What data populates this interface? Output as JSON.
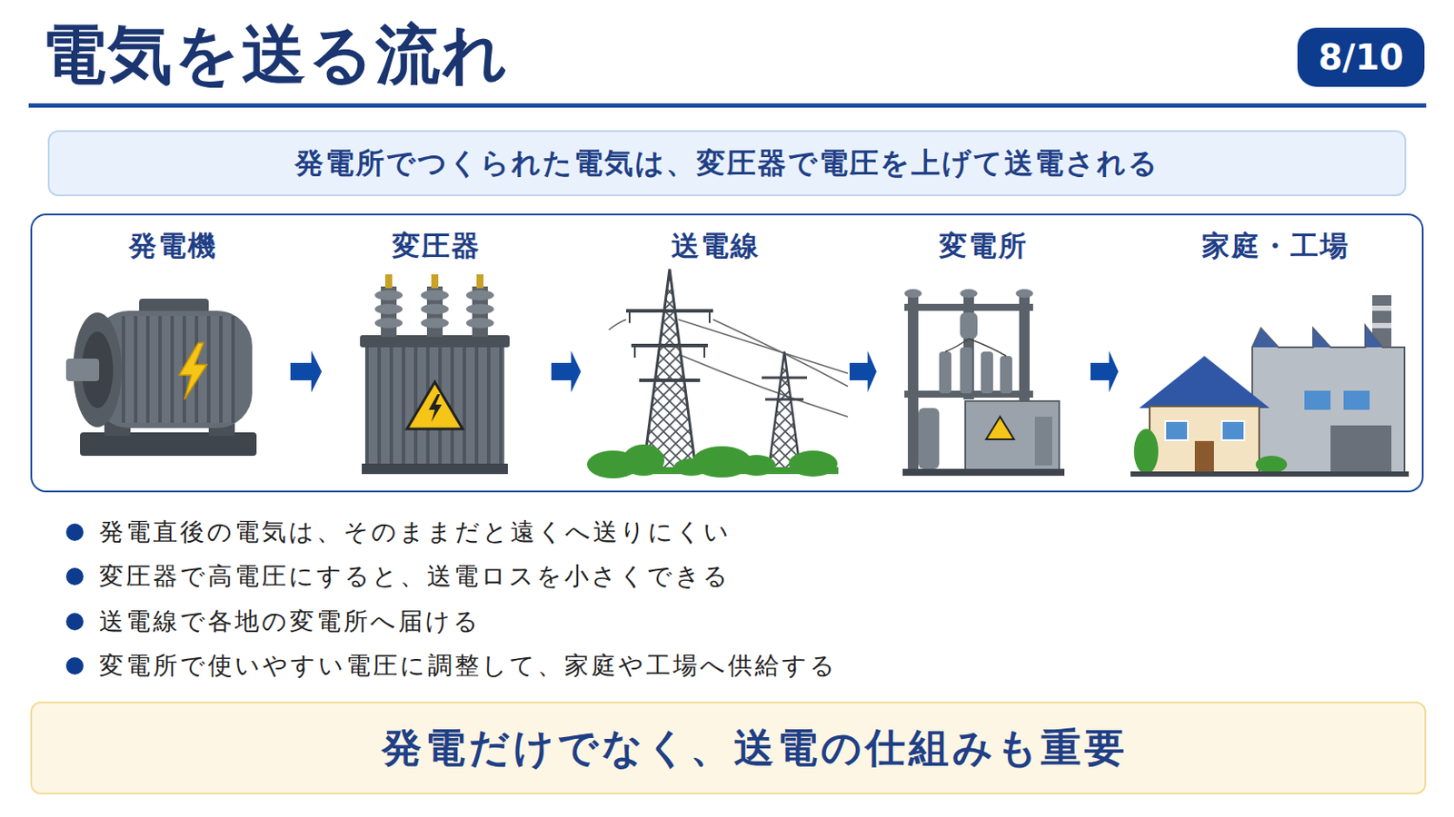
{
  "diagram": {
    "title": "電気を送る流れ",
    "nodes": [
      {
        "text": [
          "8/10"
        ]
      },
      {
        "text": [
          "発電所でつくられた電気は、変圧器で電圧を上げて送電される"
        ]
      },
      {
        "text": [
          "発電機"
        ]
      },
      {
        "text": [
          "変圧器"
        ]
      },
      {
        "text": [
          "送電線"
        ]
      },
      {
        "text": [
          "変電所"
        ]
      },
      {
        "text": [
          "家庭・工場"
        ]
      },
      {
        "text": [
          "発電だけでなく、送電の仕組みも重要"
        ]
      }
    ],
    "edges": [
      {
        "from": 2,
        "to": 3,
        "arrow": "to"
      },
      {
        "from": 3,
        "to": 4,
        "arrow": "to"
      },
      {
        "from": 4,
        "to": 5,
        "arrow": "to"
      },
      {
        "from": 5,
        "to": 6,
        "arrow": "to"
      }
    ],
    "labels": [
      "発電直後の電気は、そのままだと遠くへ送りにくい",
      "変圧器で高電圧にすると、送電ロスを小さくできる",
      "送電線で各地の変電所へ届ける",
      "変電所で使いやすい電圧に調整して、家庭や工場へ供給する"
    ]
  }
}
